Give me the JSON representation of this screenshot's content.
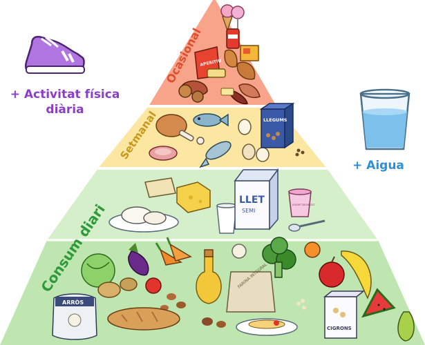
{
  "pyramid": {
    "levels": [
      {
        "label": "Ocasional",
        "color": "#f7a48a"
      },
      {
        "label": "Setmanal",
        "color": "#fbe6a2"
      },
      {
        "label": "Consum diari",
        "color": "#bfe6b0"
      }
    ]
  },
  "extras": {
    "activity": "+ Activitat física diària",
    "water": "+ Aigua"
  },
  "item_labels": {
    "aperitiu": "APERITIU",
    "llegums": "LLEGUMS",
    "llet": "LLET",
    "semi": "SEMI",
    "iogurt": "IOGURT DESNATAT",
    "farina": "FARINA INTEGRAL",
    "arros": "ARRÒS",
    "cigrons": "CIGRONS"
  },
  "colors": {
    "ocasional": "#f7a48a",
    "setmanal": "#fbe6a2",
    "diari": "#bfe6b0",
    "diari_light": "#d5efcb",
    "activity": "#8a3fc8",
    "water": "#2e8fd6"
  }
}
